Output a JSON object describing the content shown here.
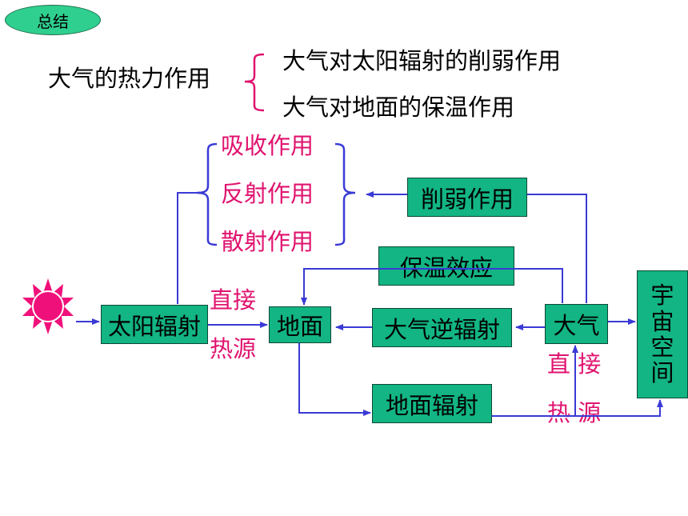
{
  "badge": "总结",
  "summary": {
    "root": "大气的热力作用",
    "items": [
      "大气对太阳辐射的削弱作用",
      "大气对地面的保温作用"
    ]
  },
  "weakening_types": [
    "吸收作用",
    "反射作用",
    "散射作用"
  ],
  "nodes": {
    "solar_radiation": "太阳辐射",
    "ground": "地面",
    "atmosphere": "大气",
    "space": [
      "宇",
      "宙",
      "空",
      "间"
    ],
    "weakening": "削弱作用",
    "insulation": "保温效应",
    "counter_radiation": "大气逆辐射",
    "ground_radiation": "地面辐射"
  },
  "labels": {
    "direct_source_ground": [
      "直接",
      "热源"
    ],
    "direct_source_atmo": [
      "直 接",
      "热 源"
    ]
  },
  "colors": {
    "box_fill": "#12b583",
    "badge_fill": "#2fcf8f",
    "arrow": "#3a3ad6",
    "accent_pink": "#e0136f",
    "sun": "#f0107a"
  }
}
